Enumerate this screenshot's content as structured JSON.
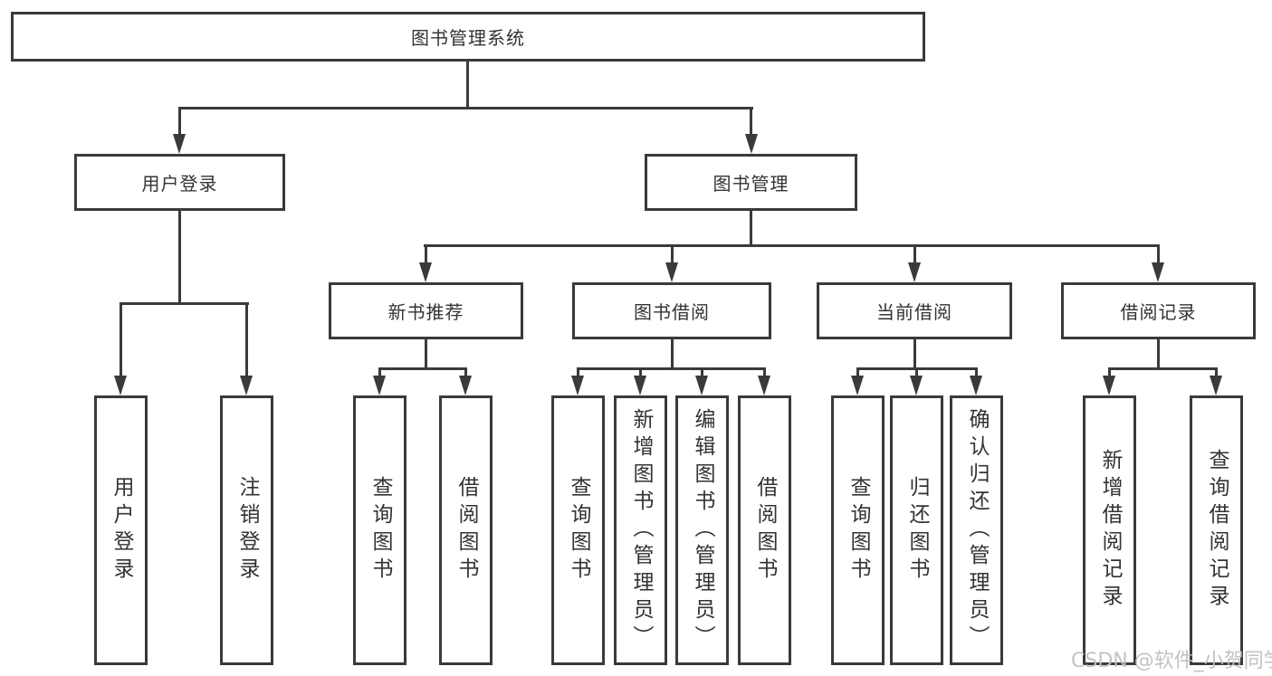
{
  "colors": {
    "line": "#3a3a3a",
    "text": "#333333",
    "background": "#ffffff",
    "watermark": "#c0c0c0"
  },
  "watermark": "CSDN @软件_小贺同学",
  "diagram": {
    "type": "tree",
    "root": {
      "label": "图书管理系统"
    },
    "branches": [
      {
        "label": "用户登录",
        "children": [
          {
            "label": "用户登录"
          },
          {
            "label": "注销登录"
          }
        ]
      },
      {
        "label": "图书管理",
        "children": [
          {
            "label": "新书推荐",
            "children": [
              {
                "label": "查询图书"
              },
              {
                "label": "借阅图书"
              }
            ]
          },
          {
            "label": "图书借阅",
            "children": [
              {
                "label": "查询图书"
              },
              {
                "label": "新增图书（管理员）"
              },
              {
                "label": "编辑图书（管理员）"
              },
              {
                "label": "借阅图书"
              }
            ]
          },
          {
            "label": "当前借阅",
            "children": [
              {
                "label": "查询图书"
              },
              {
                "label": "归还图书"
              },
              {
                "label": "确认归还（管理员）"
              }
            ]
          },
          {
            "label": "借阅记录",
            "children": [
              {
                "label": "新增借阅记录"
              },
              {
                "label": "查询借阅记录"
              }
            ]
          }
        ]
      }
    ]
  }
}
